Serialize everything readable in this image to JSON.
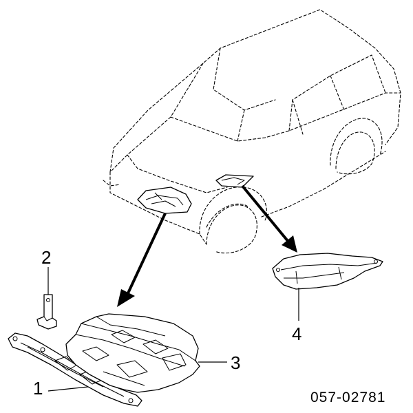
{
  "callouts": {
    "part_1": "1",
    "part_2": "2",
    "part_3": "3",
    "part_4": "4"
  },
  "diagram_code": "057-02781"
}
